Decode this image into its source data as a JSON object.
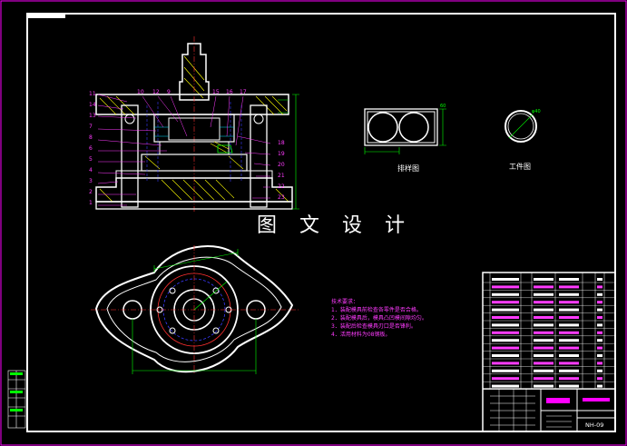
{
  "drawing": {
    "watermark": "图 文 设 计",
    "layout_view_caption": "排样图",
    "workpiece_view_caption": "工件图",
    "drawing_number": "NH-09"
  },
  "technical_requirements": {
    "heading": "技术要求：",
    "items": [
      "1．装配模具前检查各零件是否合格。",
      "2．装配模具后，模具凸凹模间隙均匀。",
      "3．装配后检查模具刃口是否锋利。",
      "4．活用材料为08钢板。"
    ]
  },
  "part_balloons_left": [
    "11",
    "14",
    "13",
    "7",
    "8",
    "6",
    "5",
    "4",
    "3",
    "2",
    "1"
  ],
  "part_balloons_top": [
    "10",
    "12",
    "9",
    "15",
    "16",
    "17"
  ],
  "part_balloons_right": [
    "18",
    "19",
    "20",
    "21",
    "22",
    "23"
  ],
  "colors": {
    "background": "#000000",
    "outline": "#ffffff",
    "frame": "#ff00ff",
    "dimension": "#00ff00",
    "centerline": "#ff3030",
    "hidden": "#3a3aff",
    "hatch": "#ffff00",
    "callout": "#ff3bff",
    "leader": "#00e0ff"
  }
}
